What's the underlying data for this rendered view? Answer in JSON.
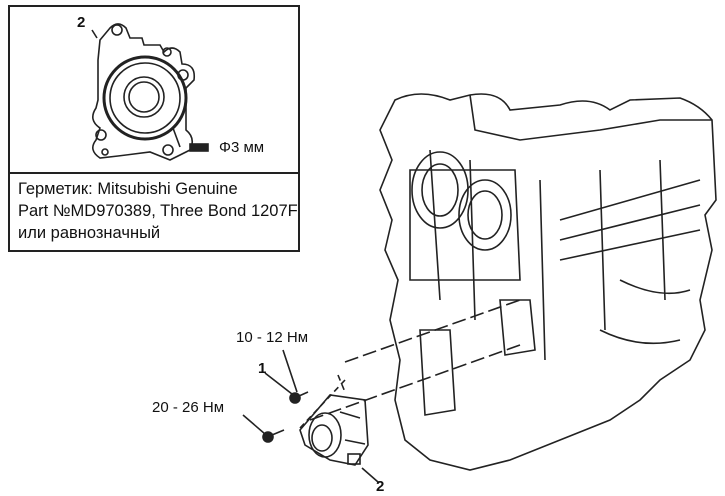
{
  "inset": {
    "callout": "2",
    "bead_size": "Φ3 мм",
    "note_lines": [
      "Герметик: Mitsubishi Genuine",
      "Part №MD970389, Three Bond 1207F",
      "или равнозначный"
    ]
  },
  "main": {
    "callout_bolt": "1",
    "callout_pump": "2",
    "torque_upper": "10 - 12 Нм",
    "torque_lower": "20 - 26 Нм"
  }
}
